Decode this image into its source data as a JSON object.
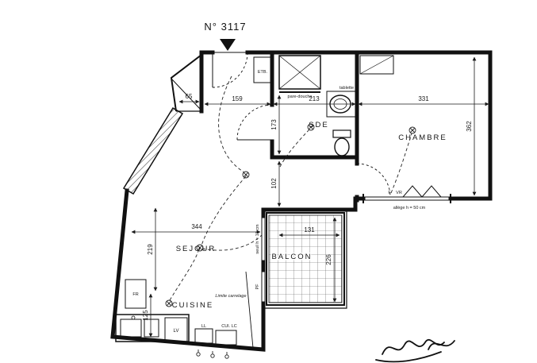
{
  "title": "N° 3117",
  "rooms": {
    "sde": "SDE",
    "chambre": "CHAMBRE",
    "sejour": "SEJOUR",
    "cuisine": "CUISINE",
    "balcon": "BALCON"
  },
  "dimensions": {
    "d65": "65",
    "d159": "159",
    "d213": "213",
    "d331": "331",
    "d173": "173",
    "d362": "362",
    "d102": "102",
    "d344": "344",
    "d219": "219",
    "d125": "125",
    "d131": "131",
    "d226": "226"
  },
  "annotations": {
    "etb": "ETB.",
    "pare_douche": "pare-douche",
    "tablette": "tablette",
    "f": "F",
    "vr": "VR",
    "allege": "allège h = 50 cm",
    "seuil": "seuil h = 13 cm",
    "pf": "PF",
    "limite_carrelage": "Limite carrelage",
    "fr": "FR",
    "lv": "LV",
    "ll": "LL",
    "cui_lc": "CUI. LC"
  },
  "colors": {
    "ink": "#141414",
    "background": "#ffffff"
  }
}
